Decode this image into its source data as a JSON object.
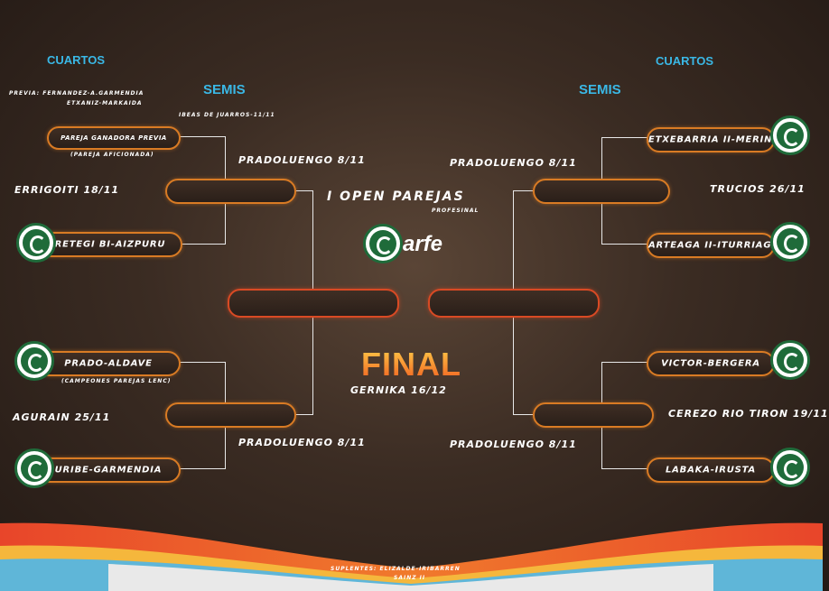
{
  "headers": {
    "left_cuartos": "CUARTOS",
    "right_cuartos": "CUARTOS",
    "left_semis": "SEMIS",
    "right_semis": "SEMIS"
  },
  "title": {
    "line1": "I OPEN PAREJAS",
    "line2": "PROFESINAL",
    "logo_text": "arfe"
  },
  "final": {
    "label": "FINAL",
    "venue": "GERNIKA 16/12"
  },
  "left": {
    "previa_line1": "PREVIA: FERNANDEZ-A.GARMENDIA",
    "previa_line2": "ETXANIZ-MARKAIDA",
    "previa_venue": "IBEAS DE JUARROS-11/11",
    "qf1_team": "PAREJA GANADORA PREVIA",
    "qf1_note": "(PAREJA AFICIONADA)",
    "qf1_venue": "ERRIGOITI 18/11",
    "qf2_team": "RETEGI BI-AIZPURU",
    "qf3_team": "PRADO-ALDAVE",
    "qf3_note": "(CAMPEONES PAREJAS LENC)",
    "qf3_venue": "AGURAIN 25/11",
    "qf4_team": "URIBE-GARMENDIA",
    "sf1_venue": "PRADOLUENGO 8/11",
    "sf2_venue": "PRADOLUENGO 8/11"
  },
  "right": {
    "qf1_team": "ETXEBARRIA II-MERINO II",
    "qf1_venue": "TRUCIOS 26/11",
    "qf2_team": "ARTEAGA II-ITURRIAGA",
    "qf3_team": "VICTOR-BERGERA",
    "qf3_venue": "CEREZO RIO TIRON 19/11",
    "qf4_team": "LABAKA-IRUSTA",
    "sf1_venue": "PRADOLUENGO 8/11",
    "sf2_venue": "PRADOLUENGO 8/11"
  },
  "footer": {
    "line1": "SUPLENTES: ELIZALDE-IRIBARREN",
    "line2": "SAINZ II"
  },
  "colors": {
    "header_blue": "#3ab8e6",
    "pill_orange": "#d97b24",
    "final_red": "#d94a24",
    "logo_green": "#1f6b3a"
  }
}
